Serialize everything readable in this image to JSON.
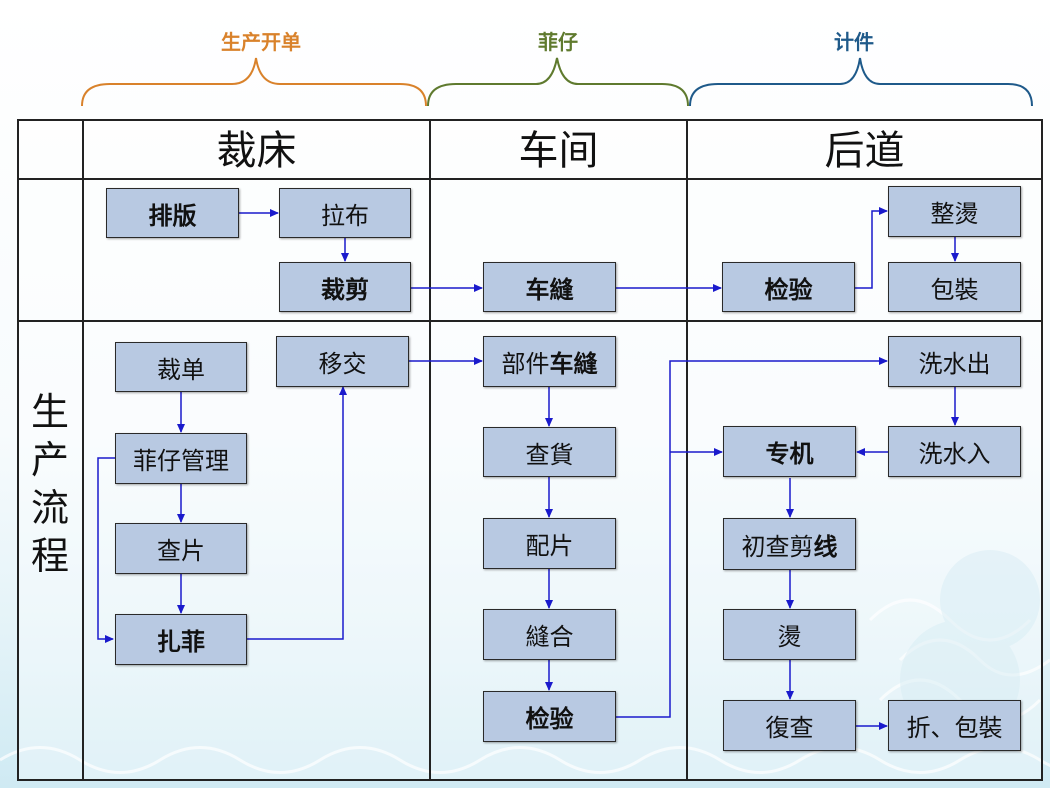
{
  "braces": [
    {
      "label": "生产开单",
      "color": "#d9822b"
    },
    {
      "label": "菲仔",
      "color": "#5f7a2e"
    },
    {
      "label": "计件",
      "color": "#1f5a8a"
    }
  ],
  "columns": [
    "裁床",
    "车间",
    "后道"
  ],
  "side_title": [
    "生",
    "产",
    "流",
    "程"
  ],
  "top_row": {
    "paiban": "排版",
    "labu": "拉布",
    "caijian": "裁剪",
    "chefeng": "车縫",
    "jianyan": "检验",
    "zhengtang": "整燙",
    "baozhuang": "包裝"
  },
  "flow": {
    "caidan": "裁单",
    "feizai": "菲仔管理",
    "chapian": "查片",
    "zhafei": "扎菲",
    "yijiao": "移交",
    "bujian_a": "部件",
    "bujian_b": "车縫",
    "chahuo": "查貨",
    "peipian": "配片",
    "fenghe": "縫合",
    "jianyan": "检验",
    "xishuichu": "洗水出",
    "xishuiru": "洗水入",
    "zhuanji": "专机",
    "chucha_a": "初查剪",
    "chucha_b": "线",
    "tang": "燙",
    "fucha": "復查",
    "zhebao": "折、包裝"
  },
  "colors": {
    "box_fill": "#b8c9e2",
    "arrow": "#1a1acc",
    "grid": "#222222"
  }
}
